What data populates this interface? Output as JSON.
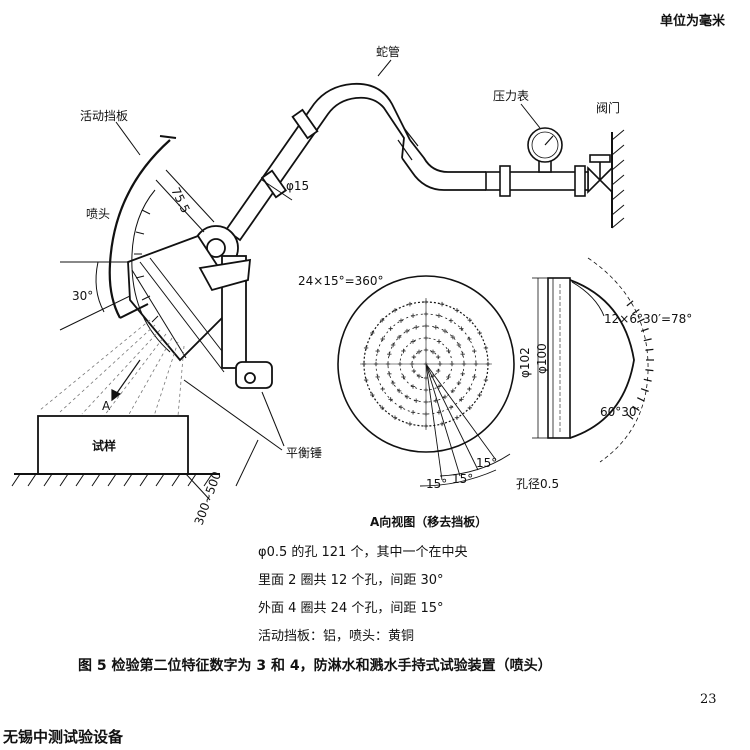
{
  "header": {
    "unit": "单位为毫米"
  },
  "labels": {
    "hose": "蛇管",
    "pressure_gauge": "压力表",
    "valve": "阀门",
    "movable_shield": "活动挡板",
    "nozzle": "喷头",
    "dim_75_5": "75.5",
    "dim_phi15": "φ15",
    "angle_30": "30°",
    "arrow_a": "A",
    "specimen": "试样",
    "counterweight": "平衡锤",
    "dim_300_500": "300~500",
    "holes_total": "24×15°=360°",
    "dim_phi102": "φ102",
    "dim_phi100": "φ100",
    "arc_angles": "12×6°30′=78°",
    "angle_60_30": "60°30′",
    "angle_15_a": "15°",
    "angle_15_b": "15°",
    "angle_15_c": "15°",
    "hole_diameter": "孔径0.5",
    "view_a_title": "A向视图（移去挡板）"
  },
  "notes": [
    "φ0.5 的孔 121 个，其中一个在中央",
    "里面 2 圈共 12 个孔，间距 30°",
    "外面 4 圈共 24 个孔，间距 15°",
    "活动挡板：铝，喷头：黄铜"
  ],
  "caption": "图 5   检验第二位特征数字为 3 和 4，防淋水和溅水手持式试验装置（喷头）",
  "page_number": "23",
  "watermark": "无锡中测试验设备"
}
